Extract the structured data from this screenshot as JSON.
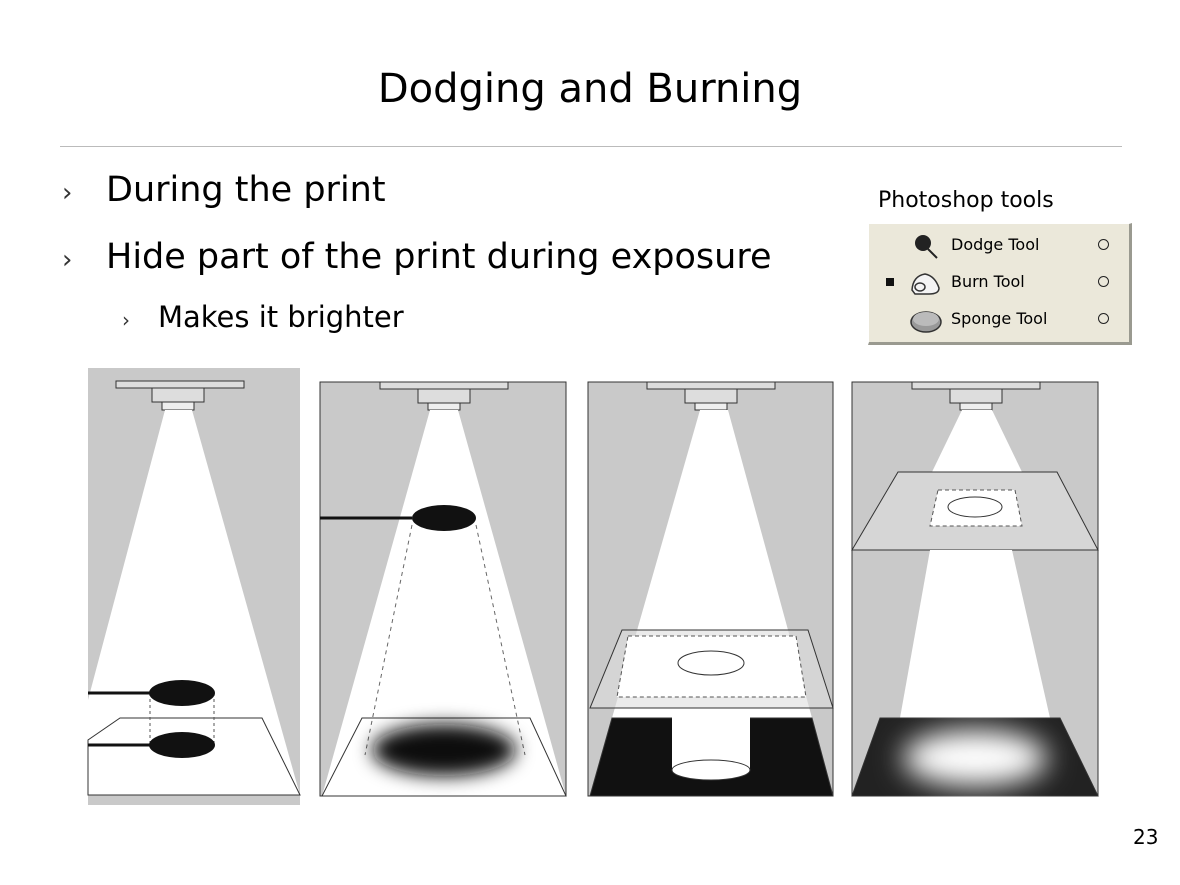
{
  "title": "Dodging and Burning",
  "bullets": [
    {
      "marker": "›",
      "text": "During the print"
    },
    {
      "marker": "›",
      "text": "Hide part of the print during exposure"
    }
  ],
  "sub_bullets": [
    {
      "marker": "›",
      "text": "Makes it brighter"
    }
  ],
  "tools_panel": {
    "caption": "Photoshop tools",
    "items": [
      {
        "label": "Dodge Tool",
        "icon": "dodge-icon",
        "selected": false
      },
      {
        "label": "Burn Tool",
        "icon": "burn-icon",
        "selected": true
      },
      {
        "label": "Sponge Tool",
        "icon": "sponge-icon",
        "selected": false
      }
    ]
  },
  "page_number": "23"
}
